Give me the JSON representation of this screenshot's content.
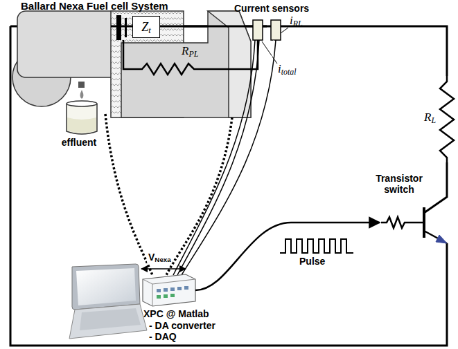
{
  "diagram": {
    "nodes": [
      {
        "text": [
          "Zt"
        ]
      }
    ],
    "labels": [
      "Ballard Nexa Fuel cell System",
      "Current sensors",
      "iRL",
      "itotal",
      "RPL",
      "RL",
      "effluent",
      "Transistor switch",
      "Pulse",
      "VNexa",
      "XPC @ Matlab",
      "- DA converter",
      "- DAQ"
    ]
  }
}
